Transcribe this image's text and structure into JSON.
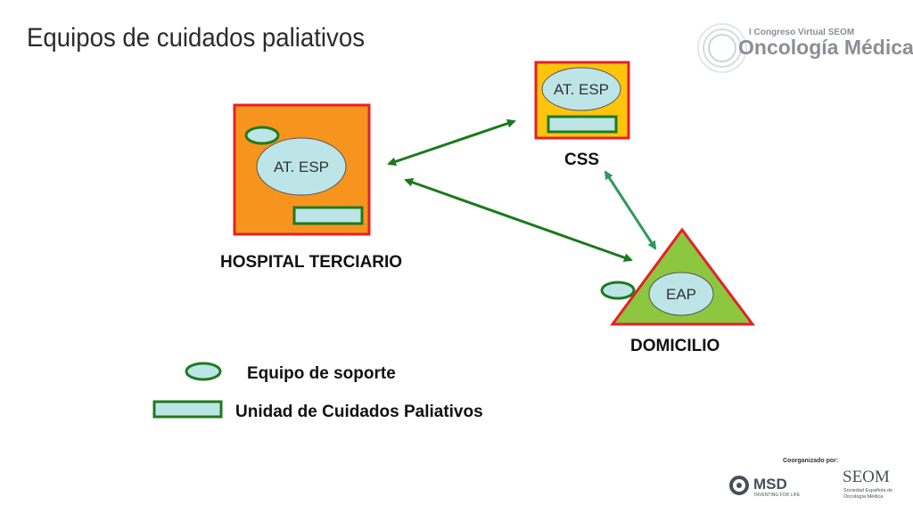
{
  "title": "Equipos de cuidados paliativos",
  "logo": {
    "congress": "I Congreso Virtual SEOM",
    "name": "Oncología Médica"
  },
  "nodes": {
    "hospital": {
      "label": "HOSPITAL TERCIARIO",
      "inner": "AT. ESP"
    },
    "css": {
      "label": "CSS",
      "inner": "AT. ESP"
    },
    "domicilio": {
      "label": "DOMICILIO",
      "inner": "EAP"
    }
  },
  "legend": {
    "support": "Equipo de soporte",
    "unit": "Unidad de Cuidados Paliativos"
  },
  "footer": {
    "coorganized": "Coorganizado por:",
    "msd": "MSD",
    "msd_tagline": "INVENTING FOR LIFE",
    "seom": "SEOM",
    "seom_sub": "Sociedad Española de Oncología Médica"
  },
  "colors": {
    "hospital_fill": "#f7941d",
    "css_fill": "#ffc40c",
    "triangle_fill": "#8dc63f",
    "border_red": "#e32127",
    "team_fill": "#bde5e8",
    "team_border": "#1e7a1e",
    "arrow_dark": "#1a7a1a",
    "arrow_light": "#2e9a5a"
  },
  "icons": [
    "oncology-logo-icon",
    "msd-logo-icon"
  ]
}
